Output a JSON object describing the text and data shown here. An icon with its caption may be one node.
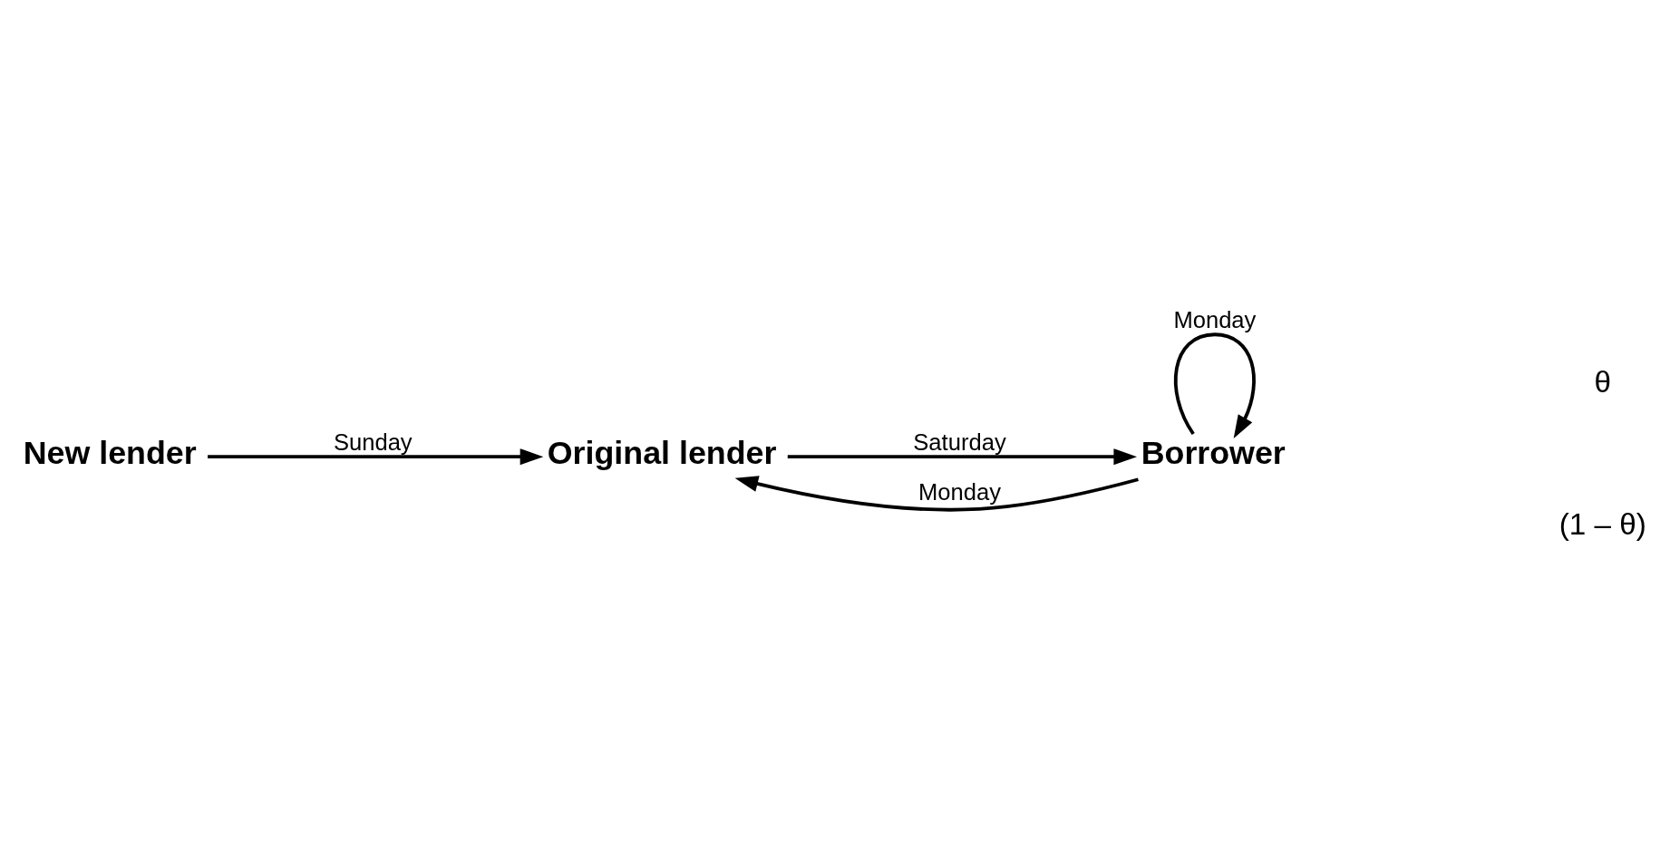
{
  "diagram": {
    "nodes": [
      {
        "text": [
          "Original lender"
        ]
      },
      {
        "text": [
          "Borrower"
        ]
      },
      {
        "text": [
          "New lender"
        ]
      }
    ],
    "edges": [
      {
        "from": 0,
        "to": 1,
        "arrow": "to",
        "label": "Saturday"
      },
      {
        "from": 1,
        "to": 0,
        "arrow": "to",
        "label": "Monday"
      },
      {
        "from": 1,
        "to": 1,
        "arrow": "to",
        "label": "Monday"
      },
      {
        "from": 2,
        "to": 0,
        "arrow": "to",
        "label": "Sunday"
      }
    ],
    "labels": [
      "θ",
      "(1 – θ)"
    ]
  }
}
